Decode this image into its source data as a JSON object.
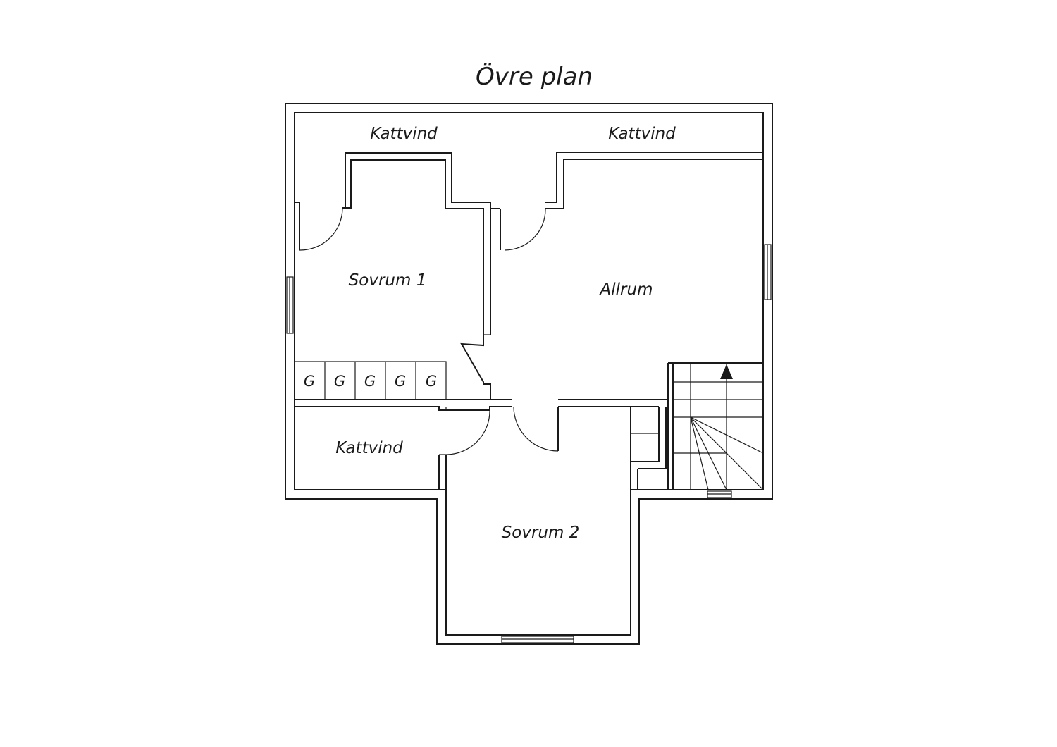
{
  "title": "Övre plan",
  "rooms": {
    "kattvind_top_left": "Kattvind",
    "kattvind_top_right": "Kattvind",
    "sovrum1": "Sovrum 1",
    "allrum": "Allrum",
    "kattvind_bottom": "Kattvind",
    "sovrum2": "Sovrum 2"
  },
  "wardrobes": [
    "G",
    "G",
    "G",
    "G",
    "G"
  ]
}
